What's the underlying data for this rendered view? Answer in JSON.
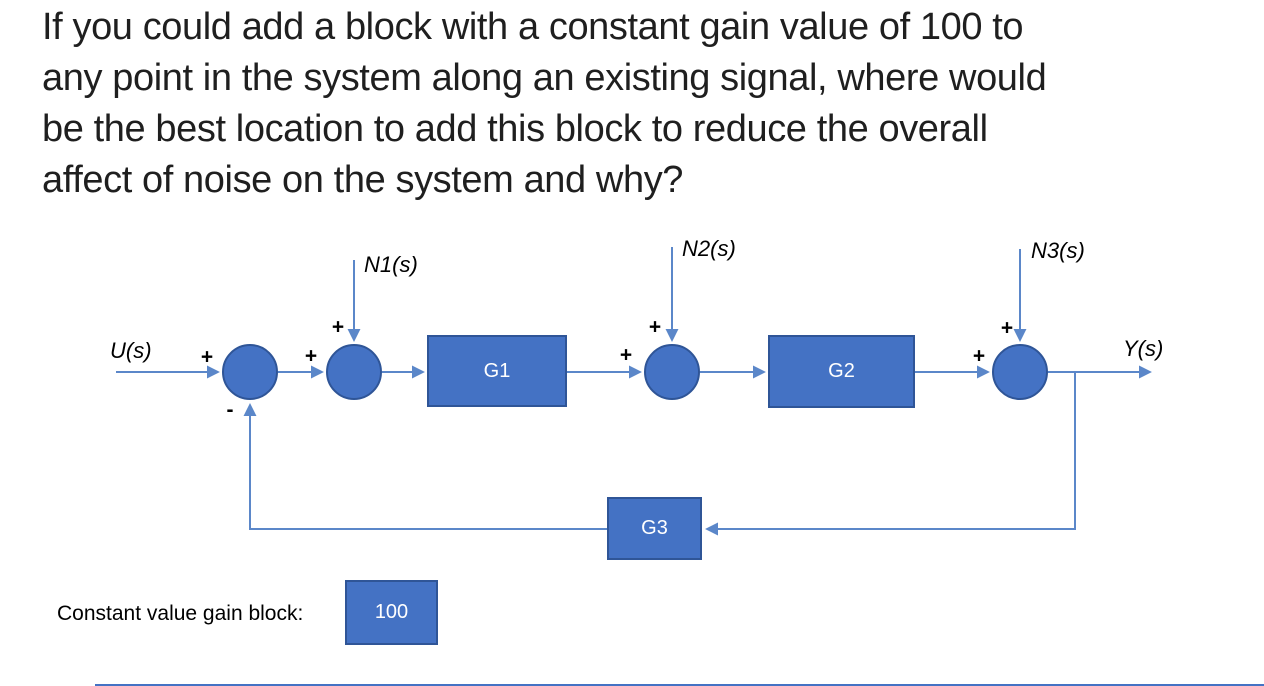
{
  "question": {
    "lines": [
      "If you could add a block with a constant gain value of 100 to",
      "any point in the system along an existing signal, where would",
      "be the best location to add this block to reduce the overall",
      "affect of noise on the system and why?"
    ]
  },
  "diagram": {
    "type": "control-system-feedback-block-diagram",
    "signals": {
      "input": "U(s)",
      "output": "Y(s)",
      "noise1": "N1(s)",
      "noise2": "N2(s)",
      "noise3": "N3(s)"
    },
    "blocks": [
      {
        "label": "G1"
      },
      {
        "label": "G2"
      },
      {
        "label": "G3"
      }
    ],
    "signs": {
      "plus": "+",
      "minus": "-"
    },
    "colors": {
      "shape_fill": "#4472C4",
      "shape_border": "#2F5597",
      "connector": "#5B87C9",
      "label_text": "#000000",
      "block_text": "#FFFFFF"
    }
  },
  "footer": {
    "gain_caption": "Constant value gain block:",
    "gain_value": "100"
  }
}
